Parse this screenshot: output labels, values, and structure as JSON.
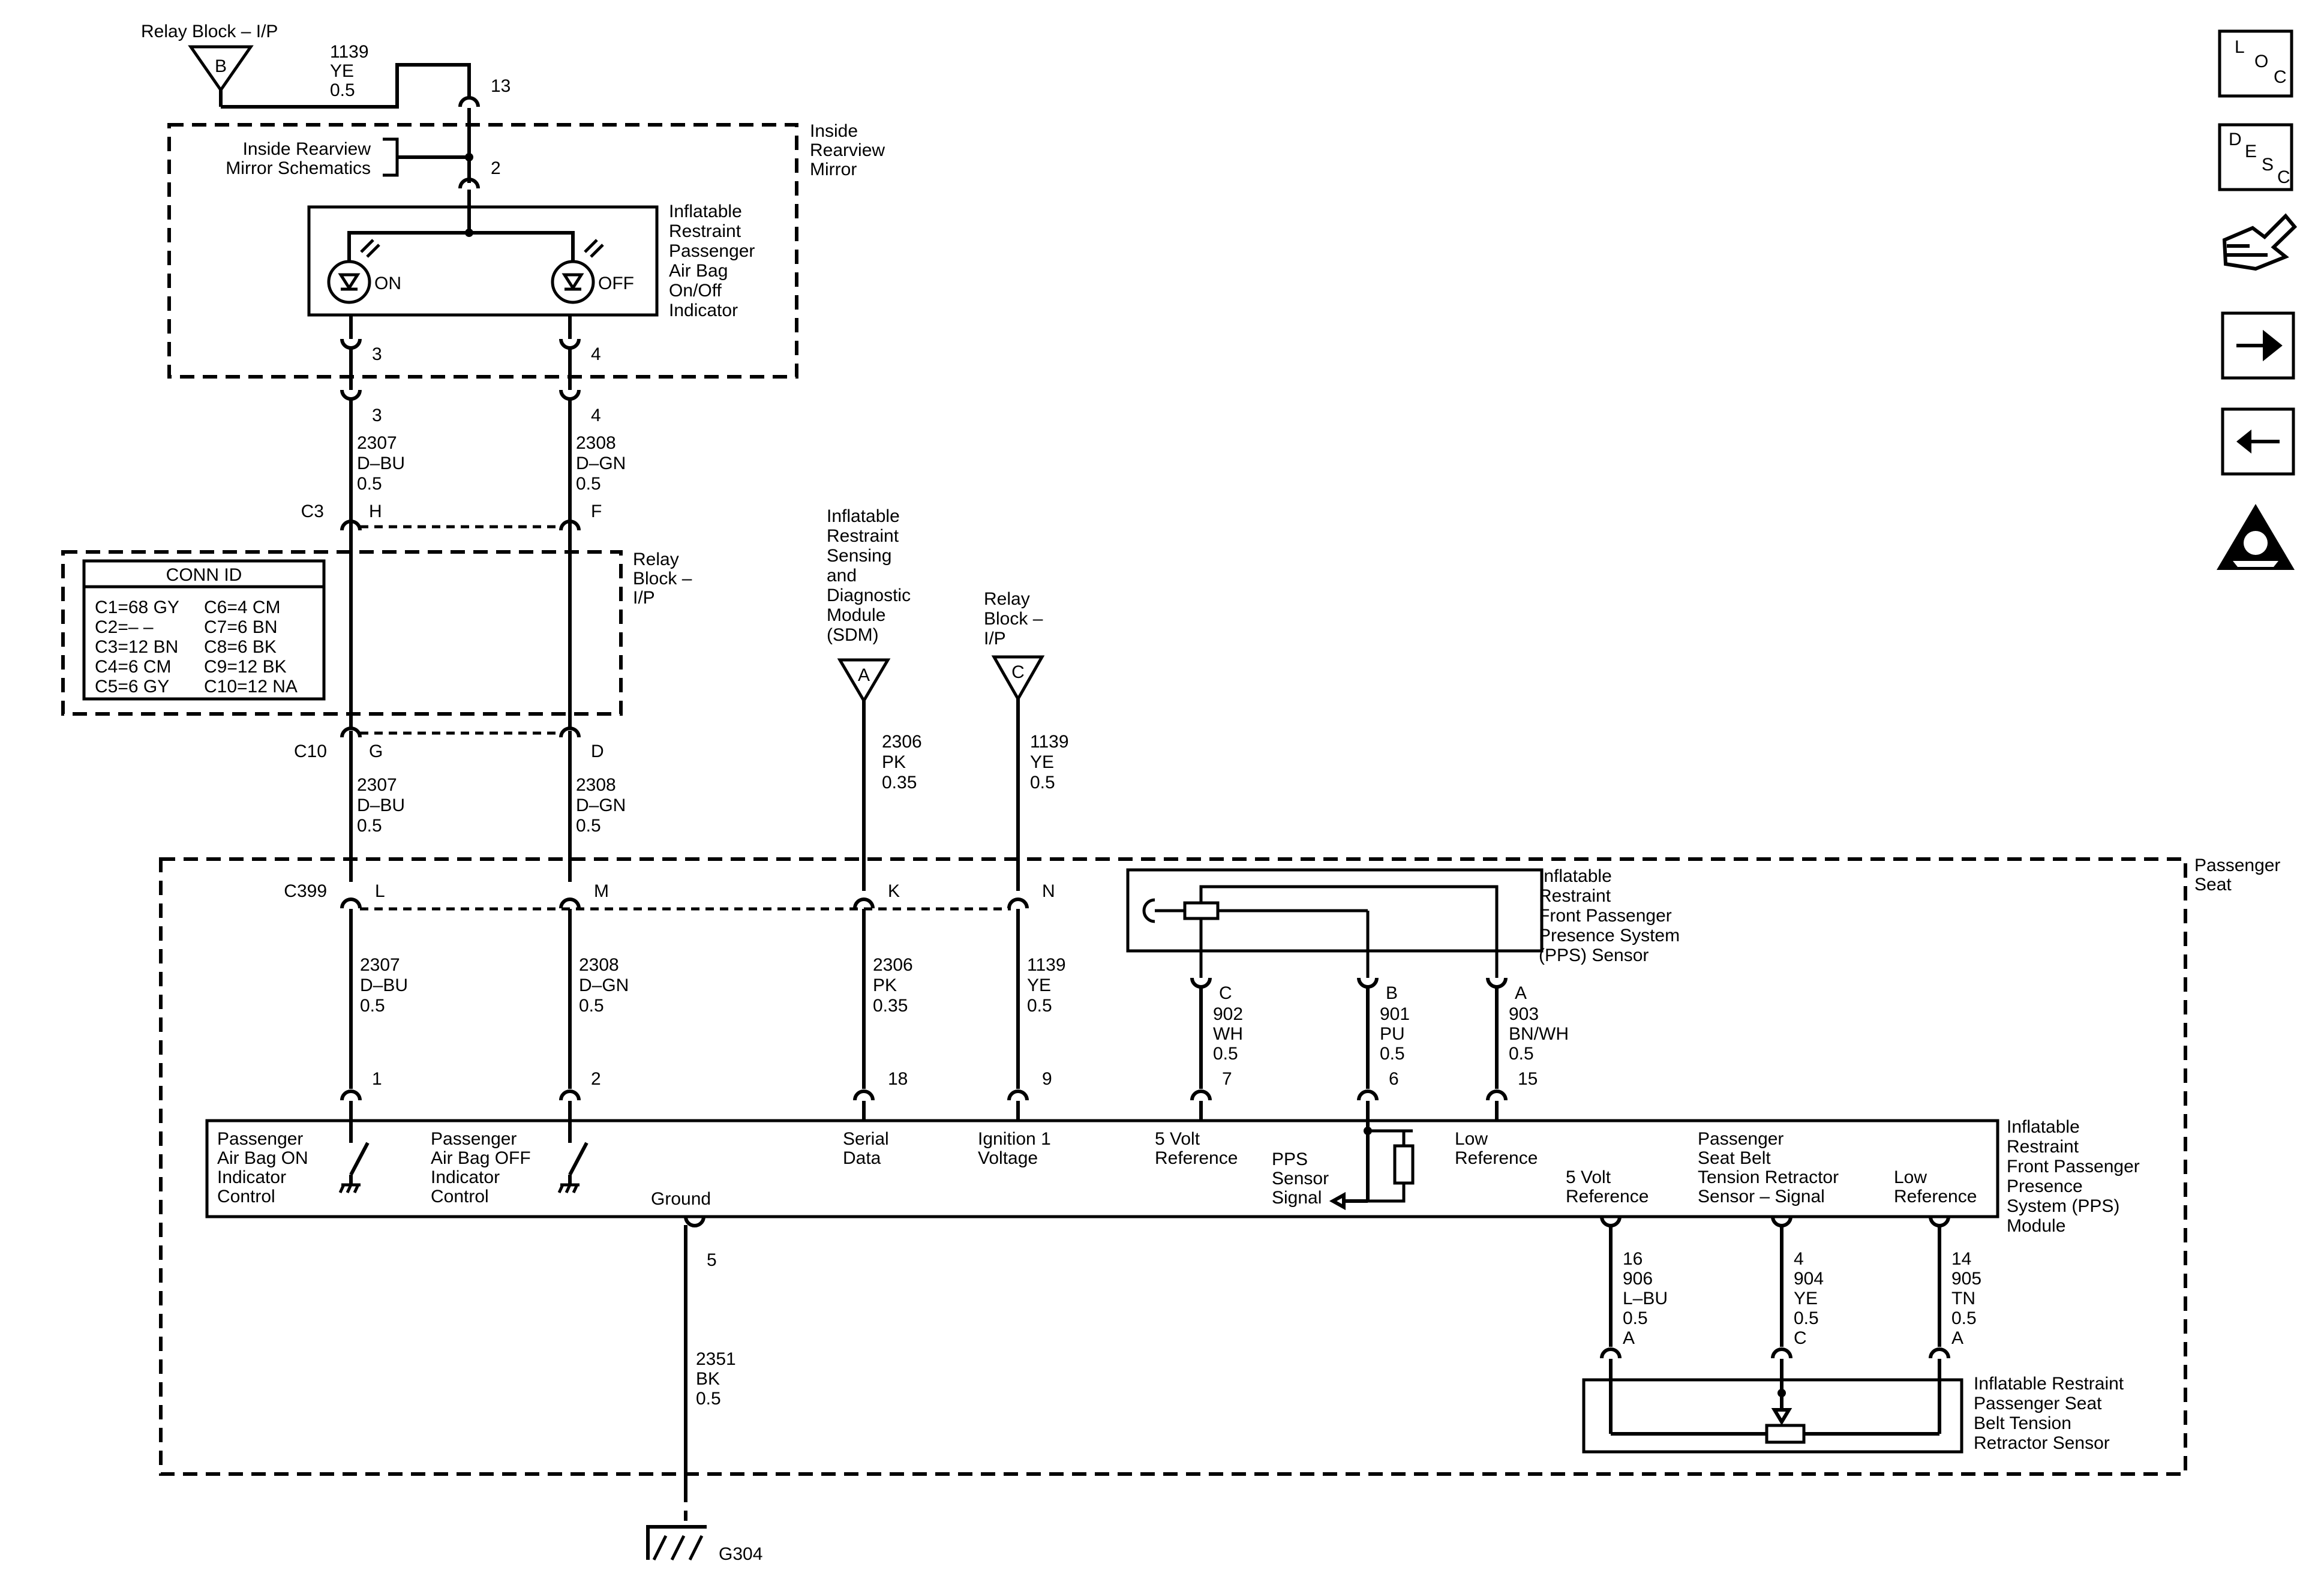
{
  "relay_block_top": {
    "label": "Relay Block – I/P",
    "connector": "B",
    "wire_id": "1139",
    "wire_color": "YE",
    "wire_gauge": "0.5",
    "pin": "13"
  },
  "mirror": {
    "module_label": [
      "Inside",
      "Rearview",
      "Mirror"
    ],
    "schematics_ref": [
      "Inside Rearview",
      "Mirror Schematics"
    ],
    "pin_feed": "2",
    "indicator_label": [
      "Inflatable",
      "Restraint",
      "Passenger",
      "Air Bag",
      "On/Off",
      "Indicator"
    ],
    "on": "ON",
    "off": "OFF",
    "pin_on": "3",
    "pin_off": "4"
  },
  "harness_upper": {
    "pin_left": "3",
    "pin_right": "4",
    "left": {
      "id": "2307",
      "color": "D–BU",
      "gauge": "0.5"
    },
    "right": {
      "id": "2308",
      "color": "D–GN",
      "gauge": "0.5"
    }
  },
  "c3": {
    "name": "C3",
    "left_pin": "H",
    "right_pin": "F"
  },
  "relay_block_mid": {
    "label": [
      "Relay",
      "Block –",
      "I/P"
    ]
  },
  "conn_id": {
    "title": "CONN ID",
    "rows": [
      [
        "C1=68 GY",
        "C6=4 CM"
      ],
      [
        "C2=– –",
        "C7=6 BN"
      ],
      [
        "C3=12 BN",
        "C8=6 BK"
      ],
      [
        "C4=6 CM",
        "C9=12 BK"
      ],
      [
        "C5=6 GY",
        "C10=12 NA"
      ]
    ]
  },
  "c10": {
    "name": "C10",
    "left_pin": "G",
    "right_pin": "D"
  },
  "harness_mid": {
    "left": {
      "id": "2307",
      "color": "D–BU",
      "gauge": "0.5"
    },
    "right": {
      "id": "2308",
      "color": "D–GN",
      "gauge": "0.5"
    }
  },
  "sdm": {
    "label": [
      "Inflatable",
      "Restraint",
      "Sensing",
      "and",
      "Diagnostic",
      "Module",
      "(SDM)"
    ],
    "connector": "A",
    "wire": {
      "id": "2306",
      "color": "PK",
      "gauge": "0.35"
    }
  },
  "relay_block_c": {
    "label": [
      "Relay",
      "Block –",
      "I/P"
    ],
    "connector": "C",
    "wire": {
      "id": "1139",
      "color": "YE",
      "gauge": "0.5"
    }
  },
  "passenger_seat": {
    "label": [
      "Passenger",
      "Seat"
    ]
  },
  "c399": {
    "name": "C399",
    "pins": [
      "L",
      "M",
      "K",
      "N"
    ]
  },
  "harness_lower": [
    {
      "id": "2307",
      "color": "D–BU",
      "gauge": "0.5",
      "module_pin": "1"
    },
    {
      "id": "2308",
      "color": "D–GN",
      "gauge": "0.5",
      "module_pin": "2"
    },
    {
      "id": "2306",
      "color": "PK",
      "gauge": "0.35",
      "module_pin": "18"
    },
    {
      "id": "1139",
      "color": "YE",
      "gauge": "0.5",
      "module_pin": "9"
    }
  ],
  "pps_sensor": {
    "label": [
      "Inflatable",
      "Restraint",
      "Front Passenger",
      "Presence System",
      "(PPS) Sensor"
    ],
    "wires": [
      {
        "pin": "C",
        "id": "902",
        "color": "WH",
        "gauge": "0.5",
        "module_pin": "7"
      },
      {
        "pin": "B",
        "id": "901",
        "color": "PU",
        "gauge": "0.5",
        "module_pin": "6"
      },
      {
        "pin": "A",
        "id": "903",
        "color": "BN/WH",
        "gauge": "0.5",
        "module_pin": "15"
      }
    ]
  },
  "module": {
    "label": [
      "Inflatable",
      "Restraint",
      "Front Passenger",
      "Presence",
      "System (PPS)",
      "Module"
    ],
    "f_air_on": [
      "Passenger",
      "Air Bag ON",
      "Indicator",
      "Control"
    ],
    "f_air_off": [
      "Passenger",
      "Air Bag OFF",
      "Indicator",
      "Control"
    ],
    "f_serial": [
      "Serial",
      "Data"
    ],
    "f_ign": [
      "Ignition 1",
      "Voltage"
    ],
    "f_5v": [
      "5 Volt",
      "Reference"
    ],
    "f_pps_sig": [
      "PPS",
      "Sensor",
      "Signal"
    ],
    "f_low": [
      "Low",
      "Reference"
    ],
    "f_ground": "Ground",
    "f_5v_b": [
      "5 Volt",
      "Reference"
    ],
    "f_belt_sig": [
      "Passenger",
      "Seat Belt",
      "Tension Retractor",
      "Sensor – Signal"
    ],
    "f_low_b": [
      "Low",
      "Reference"
    ]
  },
  "ground": {
    "pin": "5",
    "wire": {
      "id": "2351",
      "color": "BK",
      "gauge": "0.5"
    },
    "name": "G304"
  },
  "belt_sensor": {
    "label": [
      "Inflatable Restraint",
      "Passenger Seat",
      "Belt Tension",
      "Retractor Sensor"
    ],
    "wires": [
      {
        "module_pin": "16",
        "id": "906",
        "color": "L–BU",
        "gauge": "0.5",
        "pin": "A"
      },
      {
        "module_pin": "4",
        "id": "904",
        "color": "YE",
        "gauge": "0.5",
        "pin": "C"
      },
      {
        "module_pin": "14",
        "id": "905",
        "color": "TN",
        "gauge": "0.5",
        "pin": "A"
      }
    ]
  },
  "nav": {
    "loc": [
      "L",
      "O",
      "C"
    ],
    "desc": [
      "D",
      "E",
      "S",
      "C"
    ],
    "icons": [
      "component-view-icon",
      "next-page-icon",
      "previous-page-icon",
      "airbag-warning-icon"
    ]
  }
}
